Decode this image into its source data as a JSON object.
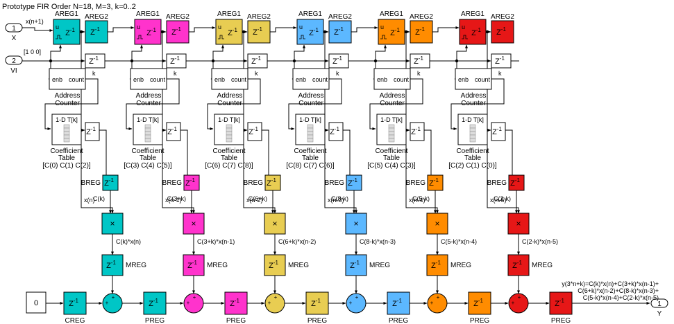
{
  "title": "Prototype FIR Order N=18, M=3, k=0..2",
  "ports": [
    {
      "num": "1",
      "name": "X"
    },
    {
      "num": "2",
      "name": "VI"
    },
    {
      "num": "1",
      "name": "Y"
    }
  ],
  "signals": {
    "x_in": "x(n+1)",
    "vi_in": "[1 0 0]"
  },
  "block_labels": {
    "areg1": "AREG1",
    "areg2": "AREG2",
    "breg": "BREG",
    "mreg": "MREG",
    "creg": "CREG",
    "preg": "PREG",
    "delay": "Z-1",
    "enb": "enb",
    "count": "count",
    "counter": "Address Counter",
    "lut_head": "1-D T[k]",
    "lut_name": "Coefficient Table",
    "k": "k",
    "mult": "×",
    "plus": "+",
    "u": "u",
    "const0": "0"
  },
  "colors": [
    "#00c6c6",
    "#ff33cc",
    "#e8cd52",
    "#5cb8ff",
    "#ff8c00",
    "#e61717"
  ],
  "taps": [
    {
      "table": "[C(0) C(1) C(2)]",
      "coef": "C(k)",
      "x": "x(n)",
      "prod": "C(k)*x(n)"
    },
    {
      "table": "[C(3) C(4) C(5)]",
      "coef": "C(3+k)",
      "x": "x(n-1)",
      "prod": "C(3+k)*x(n-1)"
    },
    {
      "table": "[C(6) C(7) C(8)]",
      "coef": "C(6+k)",
      "x": "x(n-2)",
      "prod": "C(6+k)*x(n-2)"
    },
    {
      "table": "[C(8) C(7) C(6)]",
      "coef": "C(8-k)",
      "x": "x(n-3)",
      "prod": "C(8-k)*x(n-3)"
    },
    {
      "table": "[C(5) C(4) C(3)]",
      "coef": "C(5-k)",
      "x": "x(n-4)",
      "prod": "C(5-k)*x(n-4)"
    },
    {
      "table": "[C(2) C(1) C(0)]",
      "coef": "C(2-k)",
      "x": "x(n-5)",
      "prod": "C(2-k)*x(n-5)"
    }
  ],
  "output_eq": [
    "y(3*n+k)=C(k)*x(n)+C(3+k)*x(n-1)+",
    "C(6+k)*x(n-2)+C(8-k)*x(n-3)+",
    "C(5-k)*x(n-4)+C(2-k)*x(n-5)"
  ]
}
